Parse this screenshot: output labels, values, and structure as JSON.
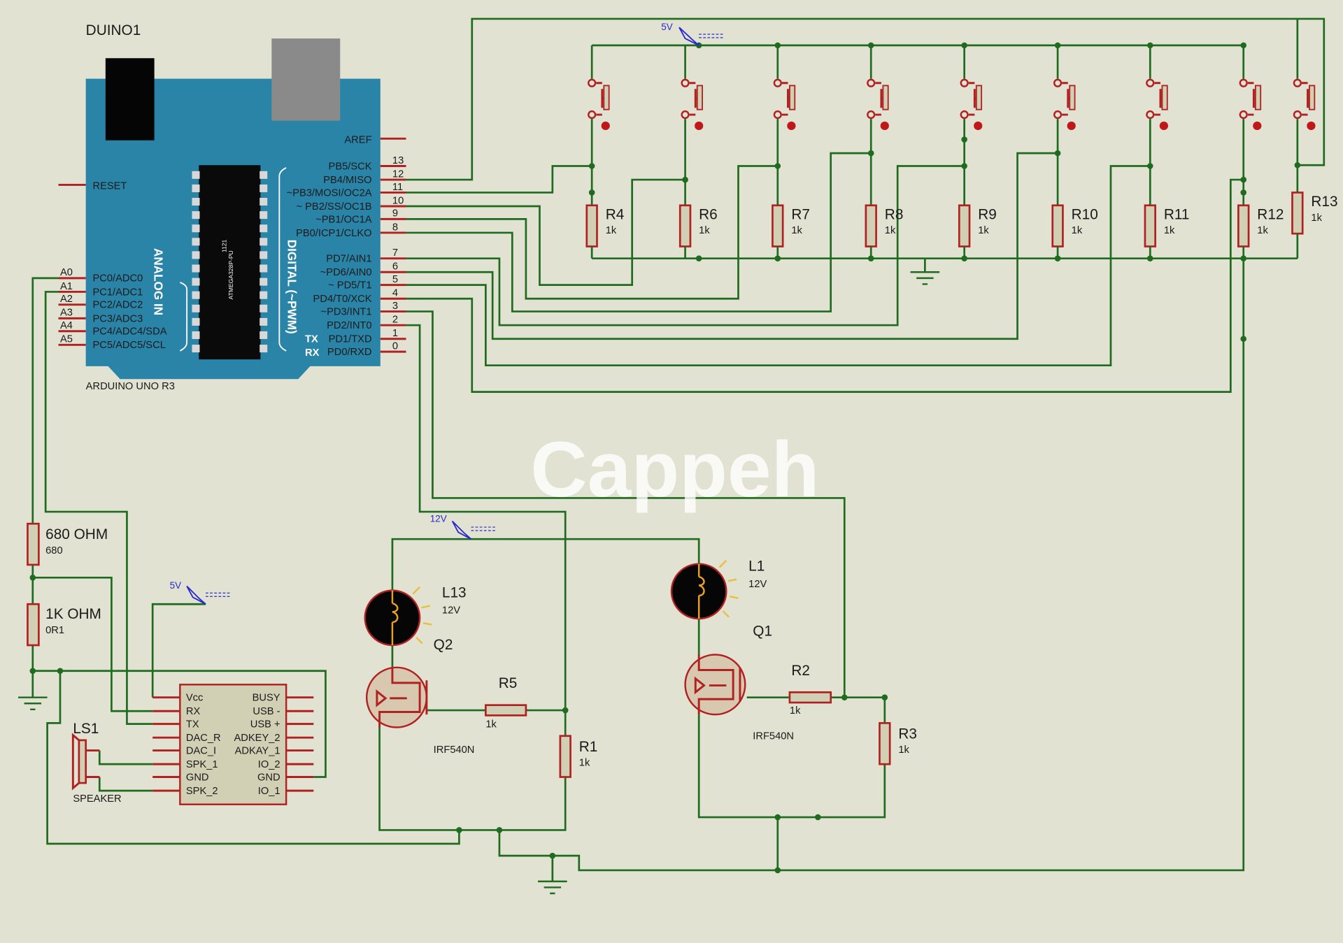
{
  "watermark": "Cappeh",
  "arduino": {
    "ref": "DUINO1",
    "name": "ARDUINO UNO R3",
    "chip": "ATMEGA328P-PU",
    "chip_code": "1121",
    "analog_label": "ANALOG IN",
    "digital_label": "DIGITAL (~PWM)",
    "reset": "RESET",
    "aref": "AREF",
    "tx": "TX",
    "rx": "RX",
    "digital_pins": [
      {
        "num": "13",
        "name": "PB5/SCK"
      },
      {
        "num": "12",
        "name": "PB4/MISO"
      },
      {
        "num": "11",
        "name": "~PB3/MOSI/OC2A"
      },
      {
        "num": "10",
        "name": "~ PB2/SS/OC1B"
      },
      {
        "num": "9",
        "name": "~PB1/OC1A"
      },
      {
        "num": "8",
        "name": "PB0/ICP1/CLKO"
      },
      {
        "num": "7",
        "name": "PD7/AIN1"
      },
      {
        "num": "6",
        "name": "~PD6/AIN0"
      },
      {
        "num": "5",
        "name": "~ PD5/T1"
      },
      {
        "num": "4",
        "name": "PD4/T0/XCK"
      },
      {
        "num": "3",
        "name": "~PD3/INT1"
      },
      {
        "num": "2",
        "name": "PD2/INT0"
      },
      {
        "num": "1",
        "name": "PD1/TXD"
      },
      {
        "num": "0",
        "name": "PD0/RXD"
      }
    ],
    "analog_pins": [
      {
        "tag": "A0",
        "name": "PC0/ADC0"
      },
      {
        "tag": "A1",
        "name": "PC1/ADC1"
      },
      {
        "tag": "A2",
        "name": "PC2/ADC2"
      },
      {
        "tag": "A3",
        "name": "PC3/ADC3"
      },
      {
        "tag": "A4",
        "name": "PC4/ADC4/SDA"
      },
      {
        "tag": "A5",
        "name": "PC5/ADC5/SCL"
      }
    ]
  },
  "switch_resistors": [
    {
      "ref": "R4",
      "value": "1k"
    },
    {
      "ref": "R6",
      "value": "1k"
    },
    {
      "ref": "R7",
      "value": "1k"
    },
    {
      "ref": "R8",
      "value": "1k"
    },
    {
      "ref": "R9",
      "value": "1k"
    },
    {
      "ref": "R10",
      "value": "1k"
    },
    {
      "ref": "R11",
      "value": "1k"
    },
    {
      "ref": "R12",
      "value": "1k"
    },
    {
      "ref": "R13",
      "value": "1k"
    }
  ],
  "power": {
    "top": "5V",
    "mp3": "5V",
    "lamps": "12V"
  },
  "divider": {
    "r_top": {
      "ref": "680 OHM",
      "value": "680"
    },
    "r_bottom": {
      "ref": "1K OHM",
      "value": "0R1"
    }
  },
  "speaker": {
    "ref": "LS1",
    "type": "SPEAKER"
  },
  "mp3": {
    "left_pins": [
      "Vcc",
      "RX",
      "TX",
      "DAC_R",
      "DAC_I",
      "SPK_1",
      "GND",
      "SPK_2"
    ],
    "right_pins": [
      "BUSY",
      "USB -",
      "USB +",
      "ADKEY_2",
      "ADKAY_1",
      "IO_2",
      "GND",
      "IO_1"
    ]
  },
  "lamps": [
    {
      "ref": "L13",
      "value": "12V"
    },
    {
      "ref": "L1",
      "value": "12V"
    }
  ],
  "mosfets": [
    {
      "ref": "Q2",
      "type": "IRF540N"
    },
    {
      "ref": "Q1",
      "type": "IRF540N"
    }
  ],
  "resistors": {
    "R5": {
      "ref": "R5",
      "value": "1k"
    },
    "R1": {
      "ref": "R1",
      "value": "1k"
    },
    "R2": {
      "ref": "R2",
      "value": "1k"
    },
    "R3": {
      "ref": "R3",
      "value": "1k"
    }
  },
  "colors": {
    "board": "#2a84a8",
    "wire": "#1f6b1f",
    "pin": "#b02222",
    "background": "#e2e2d2"
  }
}
